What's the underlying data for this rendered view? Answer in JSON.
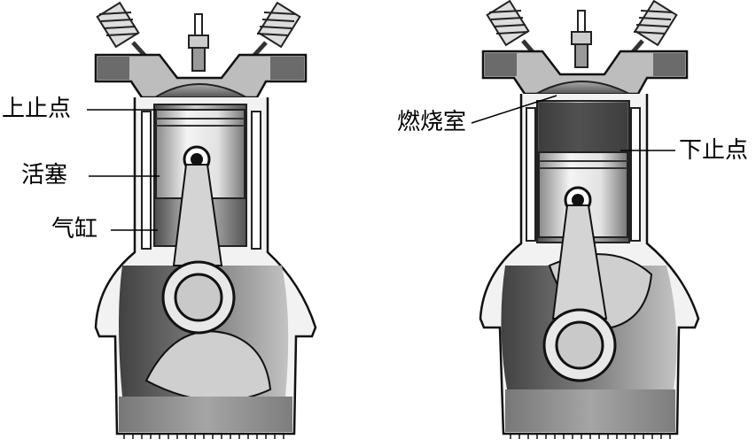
{
  "labels": {
    "tdc": "上止点",
    "piston": "活塞",
    "cylinder": "气缸",
    "combustion_chamber": "燃烧室",
    "bdc": "下止点"
  }
}
